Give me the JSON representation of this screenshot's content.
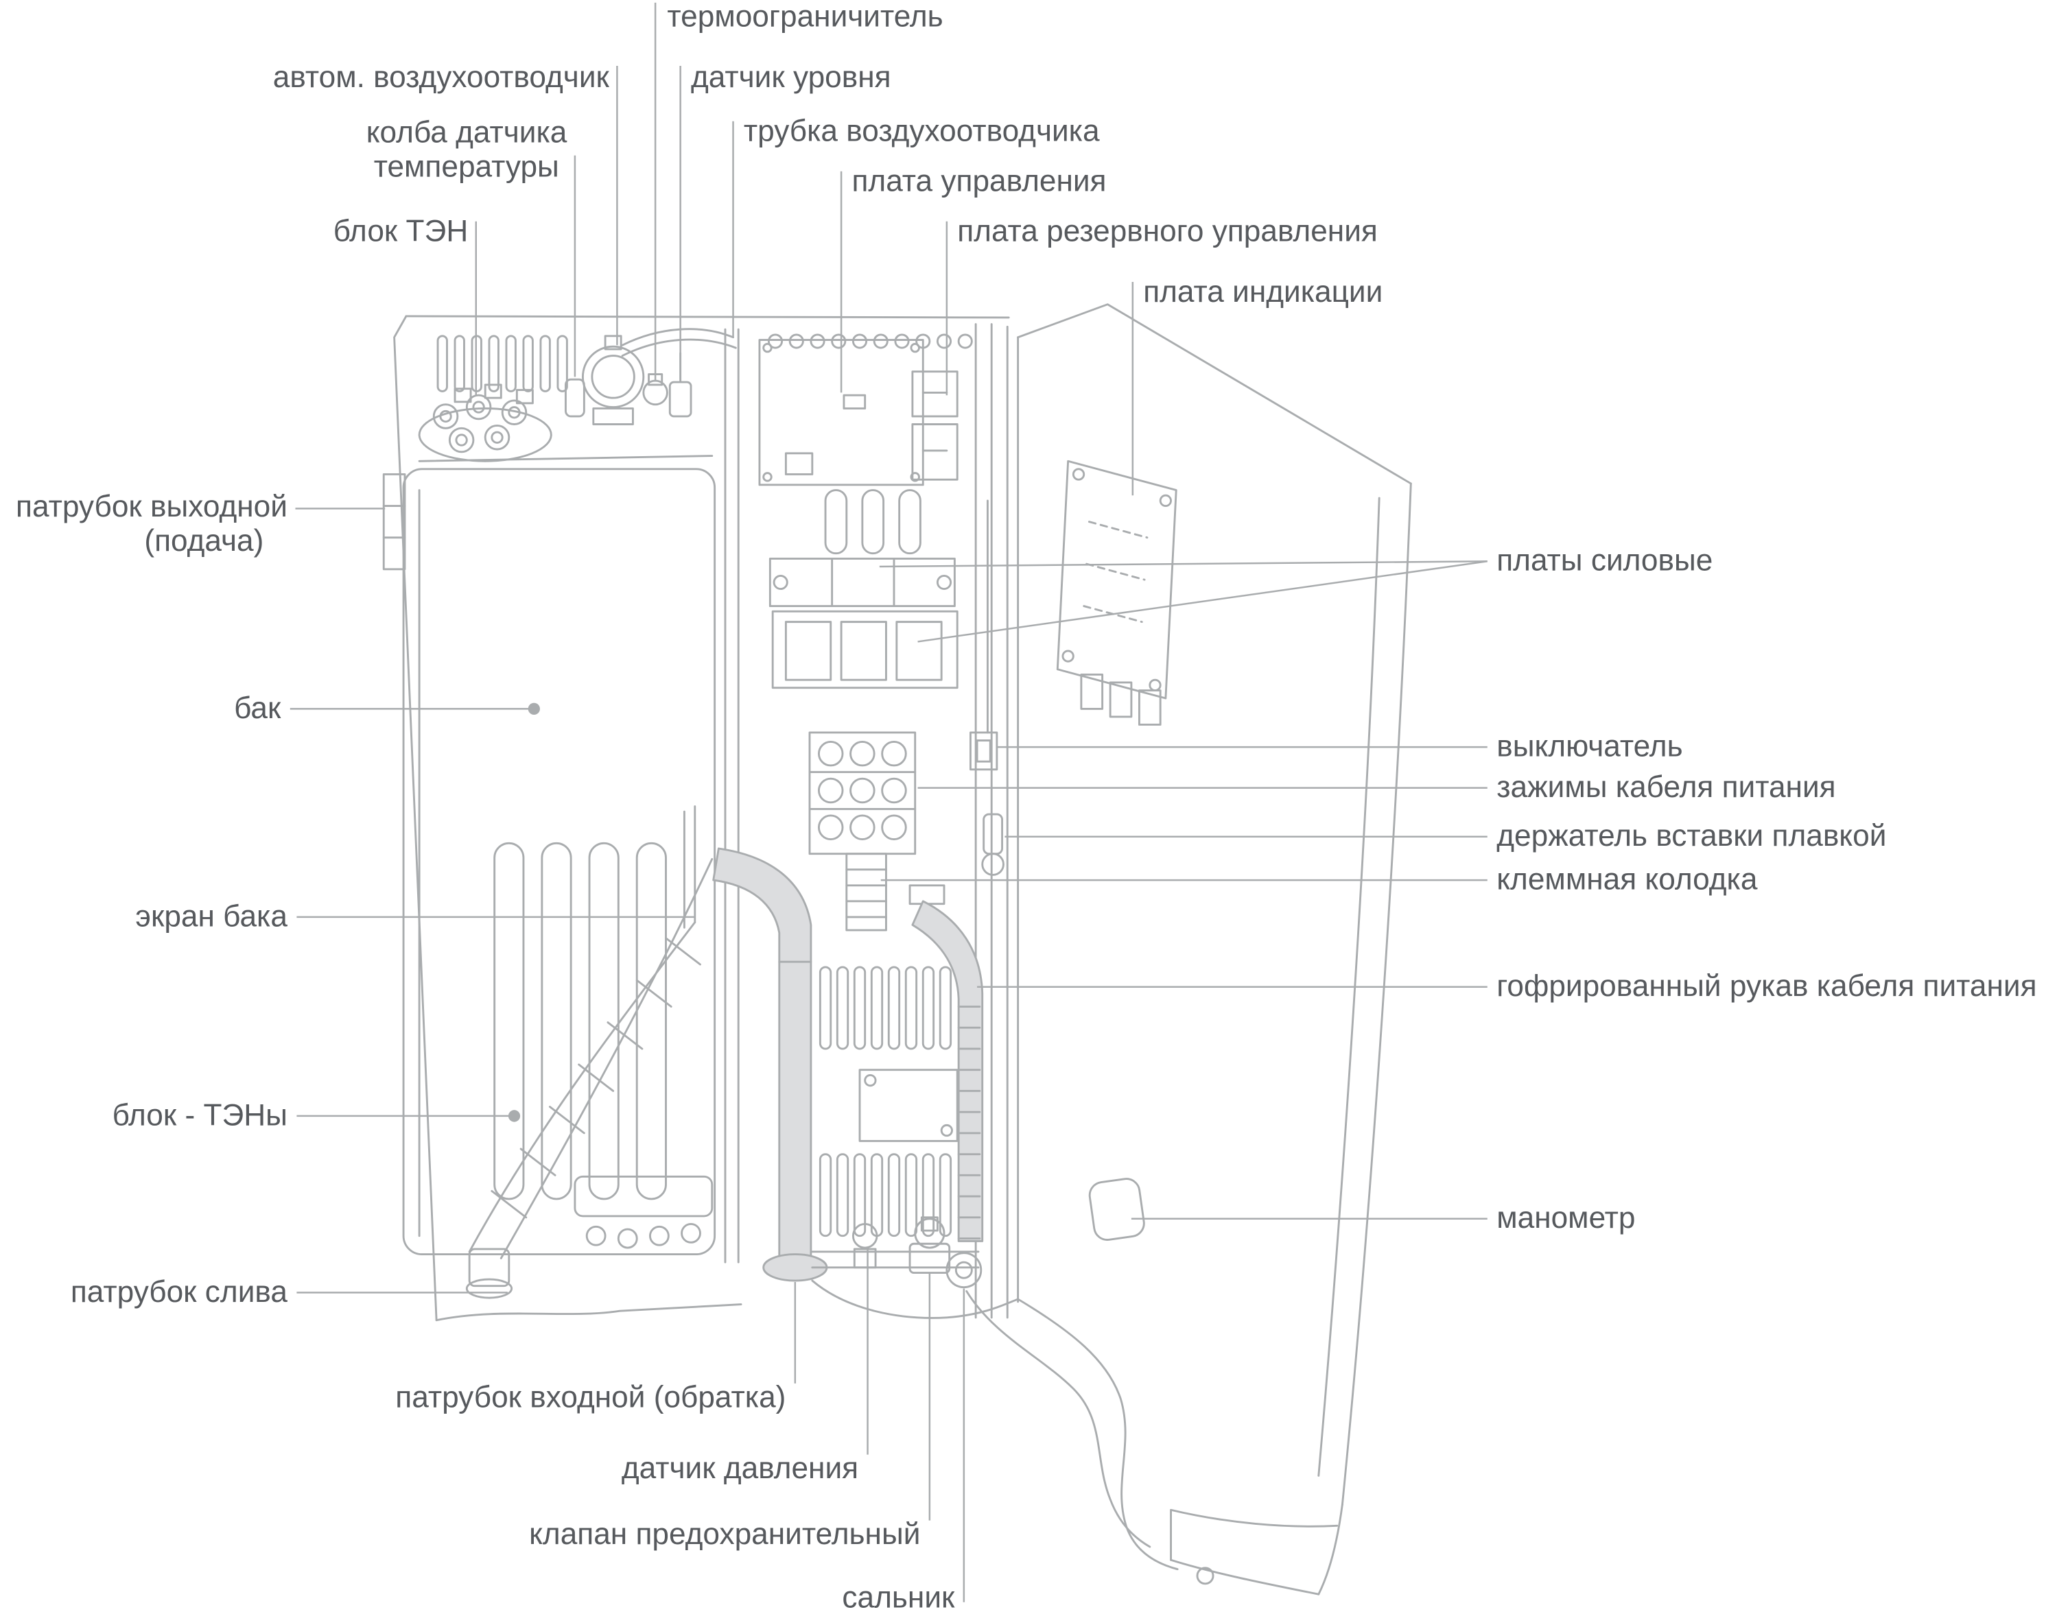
{
  "style": {
    "line_color": "#a9acae",
    "text_color": "#56595d",
    "fill_color": "#dcdddf",
    "background": "#ffffff"
  },
  "diagram": {
    "type": "exploded-view-boiler-internals",
    "language": "ru",
    "labels": {
      "thermal_limiter": "термоограничитель",
      "auto_air_vent": "автом. воздухоотводчик",
      "temp_bulb_line1": "колба датчика",
      "temp_bulb_line2": "температуры",
      "heating_block": "блок ТЭН",
      "level_sensor": "датчик уровня",
      "air_vent_tube": "трубка воздухоотводчика",
      "control_board": "плата управления",
      "backup_control_board": "плата резервного управления",
      "indication_board": "плата индикации",
      "outlet_pipe_line1": "патрубок выходной",
      "outlet_pipe_line2": "(подача)",
      "tank": "бак",
      "tank_screen": "экран бака",
      "heating_elements": "блок - ТЭНы",
      "drain_pipe": "патрубок слива",
      "power_boards": "платы силовые",
      "switch": "выключатель",
      "power_cable_clamps": "зажимы кабеля питания",
      "fuse_holder": "держатель вставки плавкой",
      "terminal_block": "клеммная колодка",
      "corrugated_sleeve": "гофрированный рукав кабеля питания",
      "pressure_gauge": "манометр",
      "inlet_pipe": "патрубок входной (обратка)",
      "pressure_sensor": "датчик давления",
      "safety_valve": "клапан предохранительный",
      "gland": "сальник"
    }
  }
}
